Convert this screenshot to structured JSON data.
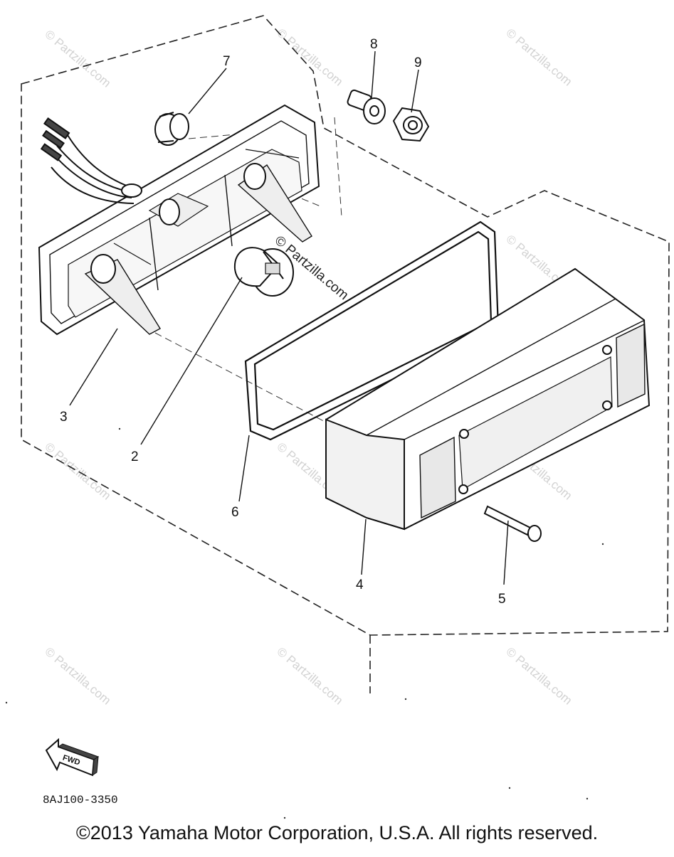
{
  "diagram": {
    "callouts": [
      {
        "id": "1",
        "label": ""
      },
      {
        "id": "2",
        "label": "2"
      },
      {
        "id": "3",
        "label": "3"
      },
      {
        "id": "4",
        "label": "4"
      },
      {
        "id": "5",
        "label": "5"
      },
      {
        "id": "6",
        "label": "6"
      },
      {
        "id": "7",
        "label": "7"
      },
      {
        "id": "8",
        "label": "8"
      },
      {
        "id": "9",
        "label": "9"
      }
    ],
    "watermark": "© Partzilla.com",
    "watermark_center": "© Partzilla.com",
    "direction_label": "FWD",
    "part_code": "8AJ100-3350",
    "copyright": "©2013 Yamaha Motor Corporation, U.S.A. All rights reserved."
  }
}
